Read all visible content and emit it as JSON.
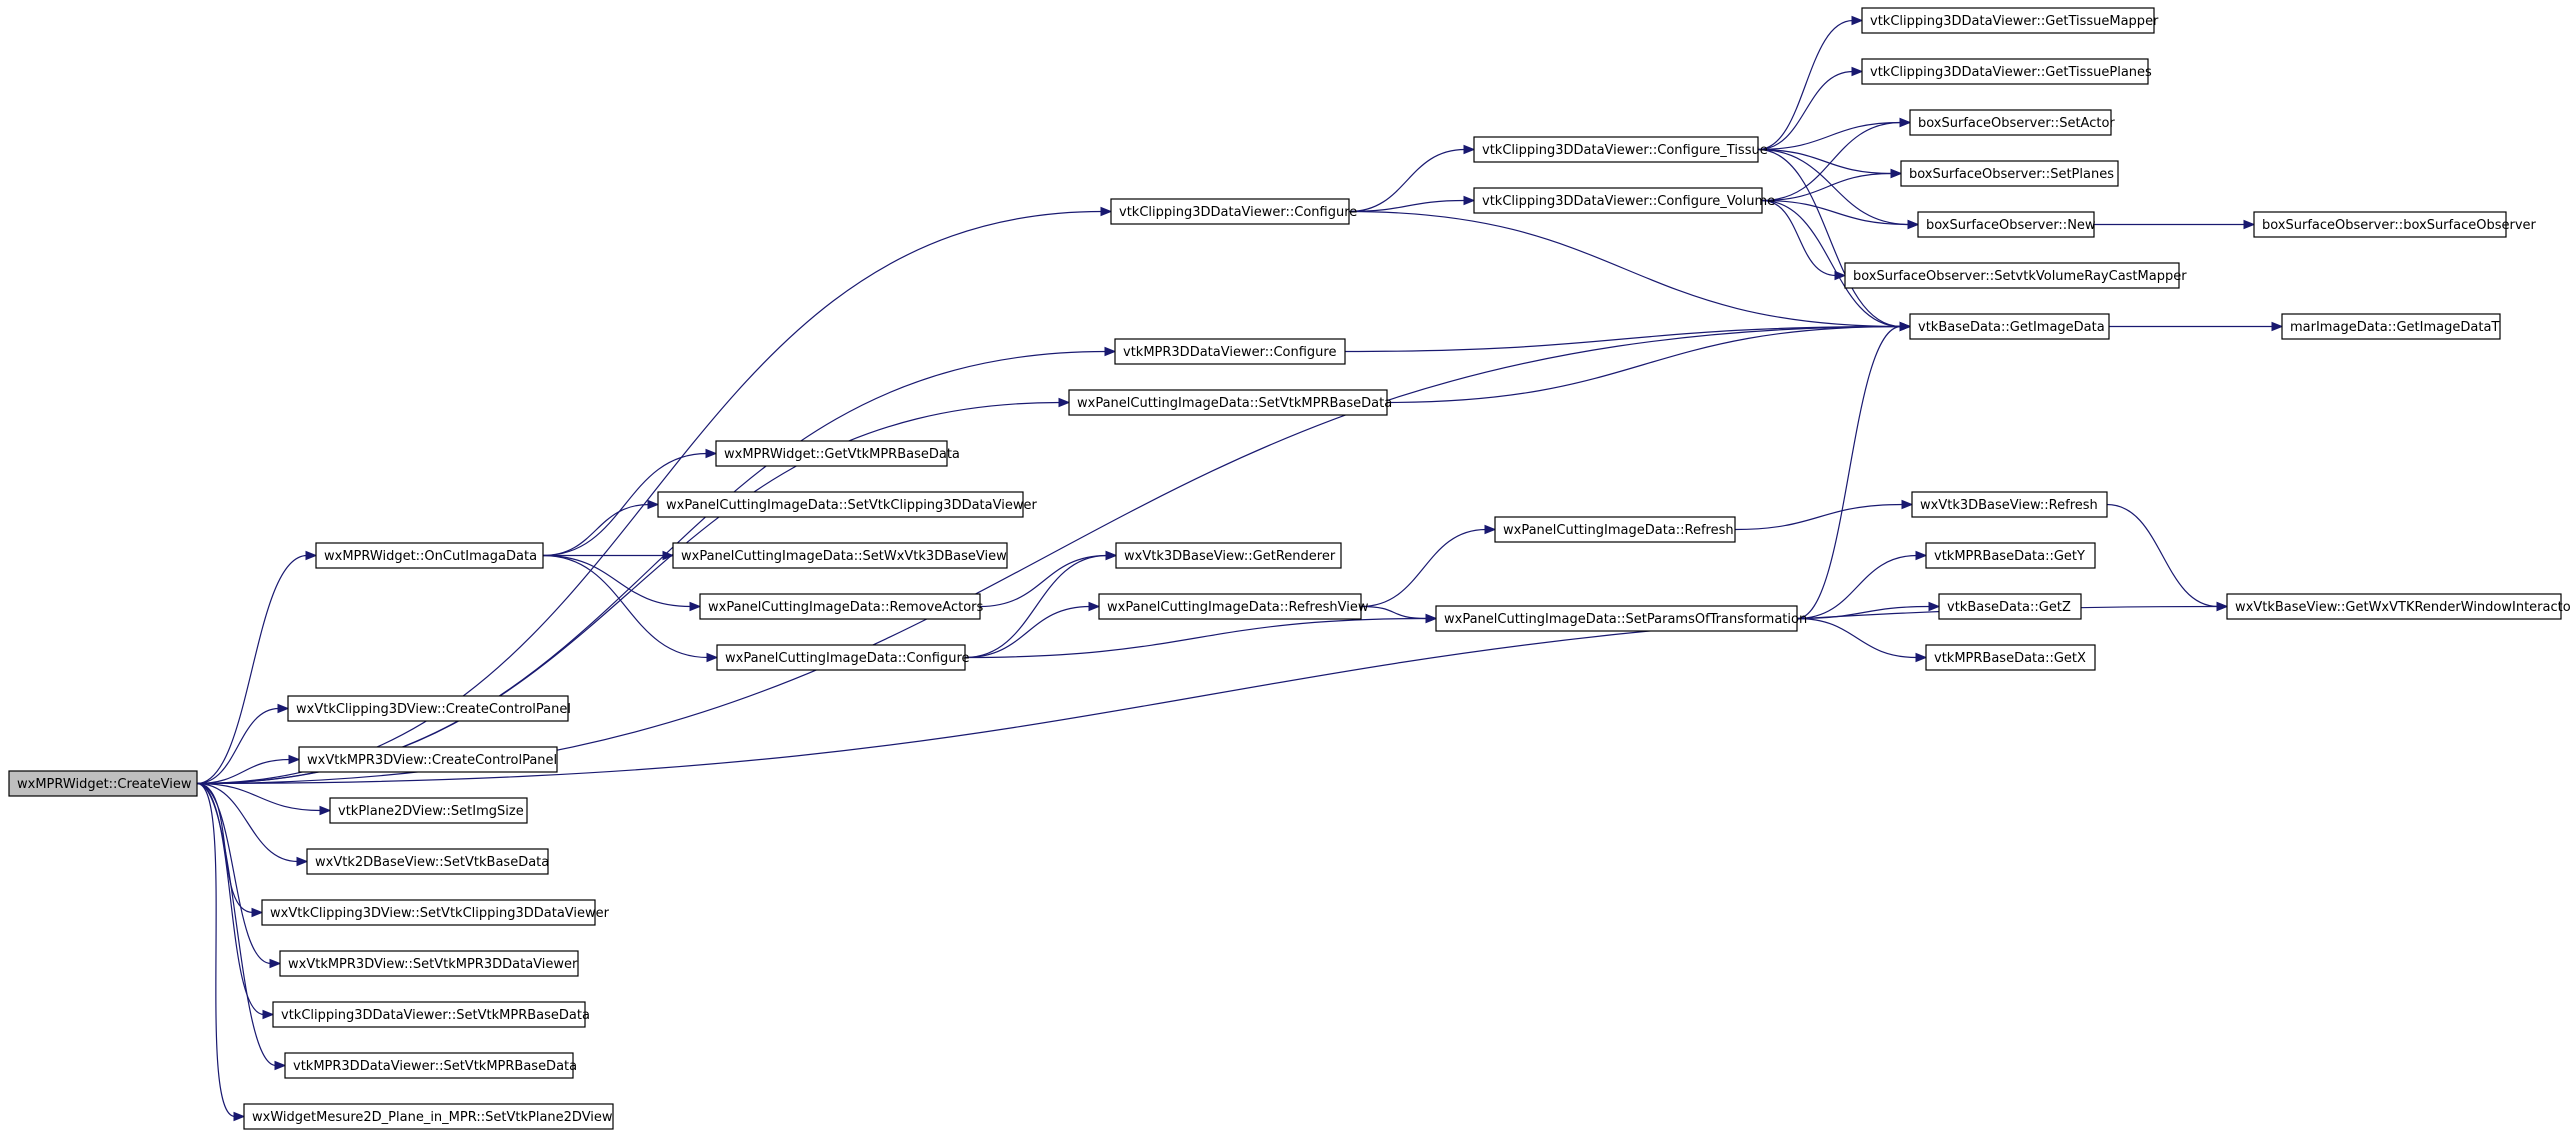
{
  "graph": {
    "nodes": [
      {
        "id": "n0",
        "label": "wxMPRWidget::CreateView",
        "root": true
      },
      {
        "id": "n1",
        "label": "vtkClipping3DDataViewer::Configure"
      },
      {
        "id": "n2",
        "label": "vtkClipping3DDataViewer::Configure_Tissue"
      },
      {
        "id": "n3",
        "label": "vtkClipping3DDataViewer::Configure_Volume"
      },
      {
        "id": "n4",
        "label": "vtkClipping3DDataViewer::GetTissueMapper"
      },
      {
        "id": "n5",
        "label": "vtkClipping3DDataViewer::GetTissuePlanes"
      },
      {
        "id": "n6",
        "label": "boxSurfaceObserver::SetActor"
      },
      {
        "id": "n7",
        "label": "boxSurfaceObserver::SetPlanes"
      },
      {
        "id": "n8",
        "label": "boxSurfaceObserver::New"
      },
      {
        "id": "n9",
        "label": "boxSurfaceObserver::boxSurfaceObserver"
      },
      {
        "id": "n10",
        "label": "boxSurfaceObserver::SetvtkVolumeRayCastMapper"
      },
      {
        "id": "n11",
        "label": "vtkBaseData::GetImageData"
      },
      {
        "id": "n12",
        "label": "marImageData::GetImageDataT"
      },
      {
        "id": "n13",
        "label": "vtkMPR3DDataViewer::Configure"
      },
      {
        "id": "n14",
        "label": "wxPanelCuttingImageData::SetVtkMPRBaseData"
      },
      {
        "id": "n15",
        "label": "wxMPRWidget::GetVtkMPRBaseData"
      },
      {
        "id": "n16",
        "label": "wxPanelCuttingImageData::SetVtkClipping3DDataViewer"
      },
      {
        "id": "n17",
        "label": "wxPanelCuttingImageData::SetWxVtk3DBaseView"
      },
      {
        "id": "n18",
        "label": "wxPanelCuttingImageData::RemoveActors"
      },
      {
        "id": "n19",
        "label": "wxPanelCuttingImageData::Configure"
      },
      {
        "id": "n20",
        "label": "wxMPRWidget::OnCutImagaData"
      },
      {
        "id": "n21",
        "label": "wxVtk3DBaseView::GetRenderer"
      },
      {
        "id": "n22",
        "label": "wxPanelCuttingImageData::RefreshView"
      },
      {
        "id": "n23",
        "label": "wxPanelCuttingImageData::Refresh"
      },
      {
        "id": "n24",
        "label": "wxPanelCuttingImageData::SetParamsOfTransformation"
      },
      {
        "id": "n25",
        "label": "wxVtk3DBaseView::Refresh"
      },
      {
        "id": "n26",
        "label": "vtkMPRBaseData::GetY"
      },
      {
        "id": "n27",
        "label": "vtkBaseData::GetZ"
      },
      {
        "id": "n28",
        "label": "vtkMPRBaseData::GetX"
      },
      {
        "id": "n29",
        "label": "wxVtkBaseView::GetWxVTKRenderWindowInteractor"
      },
      {
        "id": "n30",
        "label": "wxVtkClipping3DView::CreateControlPanel"
      },
      {
        "id": "n31",
        "label": "wxVtkMPR3DView::CreateControlPanel"
      },
      {
        "id": "n32",
        "label": "vtkPlane2DView::SetImgSize"
      },
      {
        "id": "n33",
        "label": "wxVtk2DBaseView::SetVtkBaseData"
      },
      {
        "id": "n34",
        "label": "wxVtkClipping3DView::SetVtkClipping3DDataViewer"
      },
      {
        "id": "n35",
        "label": "wxVtkMPR3DView::SetVtkMPR3DDataViewer"
      },
      {
        "id": "n36",
        "label": "vtkClipping3DDataViewer::SetVtkMPRBaseData"
      },
      {
        "id": "n37",
        "label": "vtkMPR3DDataViewer::SetVtkMPRBaseData"
      },
      {
        "id": "n38",
        "label": "wxWidgetMesure2D_Plane_in_MPR::SetVtkPlane2DView"
      }
    ],
    "edges": [
      [
        "n0",
        "n1"
      ],
      [
        "n0",
        "n11"
      ],
      [
        "n0",
        "n13"
      ],
      [
        "n0",
        "n14"
      ],
      [
        "n0",
        "n20"
      ],
      [
        "n0",
        "n29"
      ],
      [
        "n0",
        "n30"
      ],
      [
        "n0",
        "n31"
      ],
      [
        "n0",
        "n32"
      ],
      [
        "n0",
        "n33"
      ],
      [
        "n0",
        "n34"
      ],
      [
        "n0",
        "n35"
      ],
      [
        "n0",
        "n36"
      ],
      [
        "n0",
        "n37"
      ],
      [
        "n0",
        "n38"
      ],
      [
        "n1",
        "n2"
      ],
      [
        "n1",
        "n3"
      ],
      [
        "n1",
        "n11"
      ],
      [
        "n2",
        "n4"
      ],
      [
        "n2",
        "n5"
      ],
      [
        "n2",
        "n6"
      ],
      [
        "n2",
        "n7"
      ],
      [
        "n2",
        "n8"
      ],
      [
        "n2",
        "n11"
      ],
      [
        "n3",
        "n6"
      ],
      [
        "n3",
        "n7"
      ],
      [
        "n3",
        "n8"
      ],
      [
        "n3",
        "n10"
      ],
      [
        "n3",
        "n11"
      ],
      [
        "n8",
        "n9"
      ],
      [
        "n11",
        "n12"
      ],
      [
        "n13",
        "n11"
      ],
      [
        "n14",
        "n11"
      ],
      [
        "n20",
        "n15"
      ],
      [
        "n20",
        "n16"
      ],
      [
        "n20",
        "n17"
      ],
      [
        "n20",
        "n18"
      ],
      [
        "n20",
        "n19"
      ],
      [
        "n18",
        "n21"
      ],
      [
        "n19",
        "n21"
      ],
      [
        "n19",
        "n22"
      ],
      [
        "n19",
        "n24"
      ],
      [
        "n22",
        "n23"
      ],
      [
        "n22",
        "n24"
      ],
      [
        "n23",
        "n25"
      ],
      [
        "n24",
        "n11"
      ],
      [
        "n24",
        "n26"
      ],
      [
        "n24",
        "n27"
      ],
      [
        "n24",
        "n28"
      ],
      [
        "n25",
        "n29"
      ]
    ]
  }
}
